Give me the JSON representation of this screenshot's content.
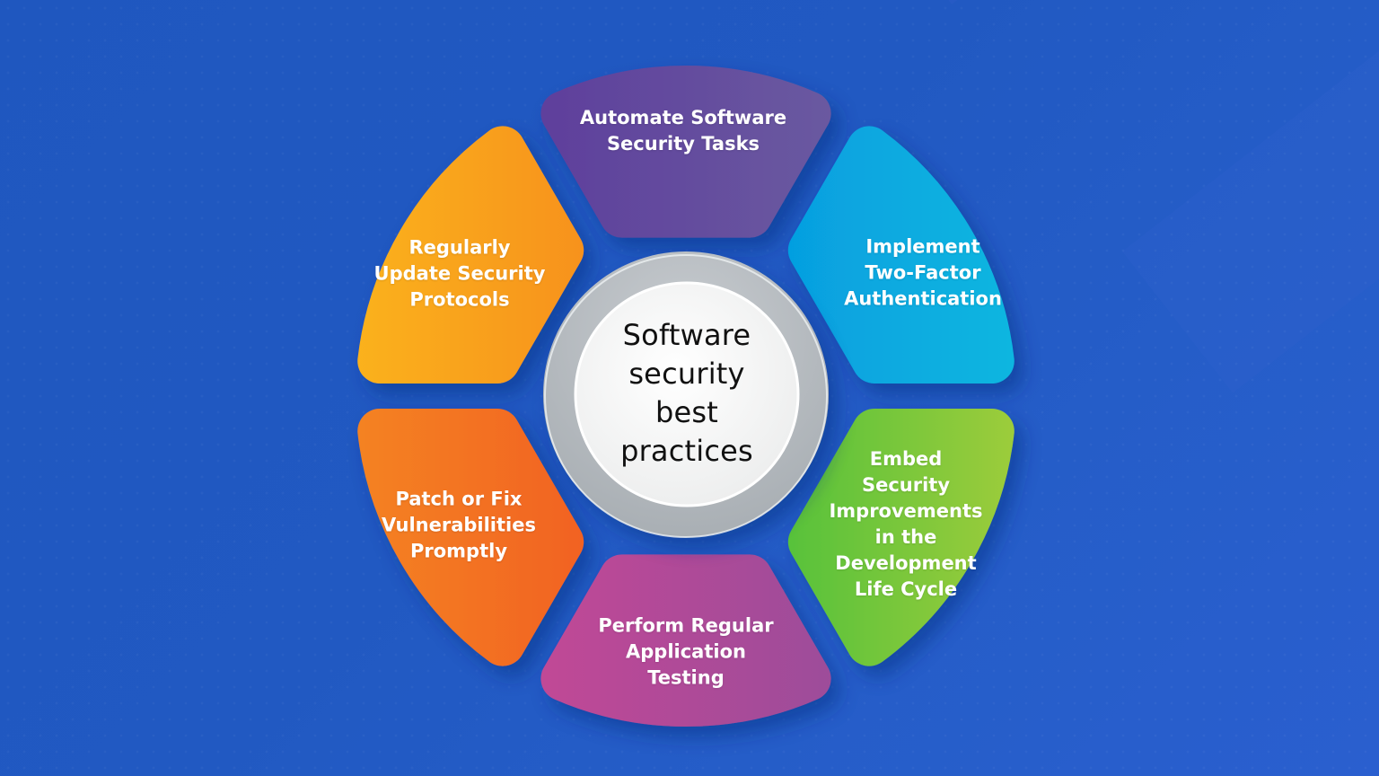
{
  "diagram": {
    "type": "hub-and-spoke wheel",
    "center": {
      "title": "Software\nsecurity\nbest\npractices",
      "ring_color": "#b9bfc4",
      "fill_color": "#f6f6f6"
    },
    "segments": [
      {
        "position": "top",
        "label": "Automate Software\nSecurity Tasks",
        "color_start": "#5e3e9c",
        "color_end": "#6a5aa0"
      },
      {
        "position": "top-right",
        "label": "Implement\nTwo-Factor\nAuthentication",
        "color_start": "#069fe0",
        "color_end": "#0bb8e0"
      },
      {
        "position": "bottom-right",
        "label": "Embed\nSecurity\nImprovements\nin the\nDevelopment\nLife Cycle",
        "color_start": "#58c23a",
        "color_end": "#a2cd3a"
      },
      {
        "position": "bottom",
        "label": "Perform Regular\nApplication\nTesting",
        "color_start": "#c24896",
        "color_end": "#9c4d9a"
      },
      {
        "position": "bottom-left",
        "label": "Patch or Fix\nVulnerabilities\nPromptly",
        "color_start": "#f48520",
        "color_end": "#f26222"
      },
      {
        "position": "top-left",
        "label": "Regularly\nUpdate Security\nProtocols",
        "color_start": "#fbb41a",
        "color_end": "#f7921e"
      }
    ],
    "background_color": "#2159c2"
  }
}
